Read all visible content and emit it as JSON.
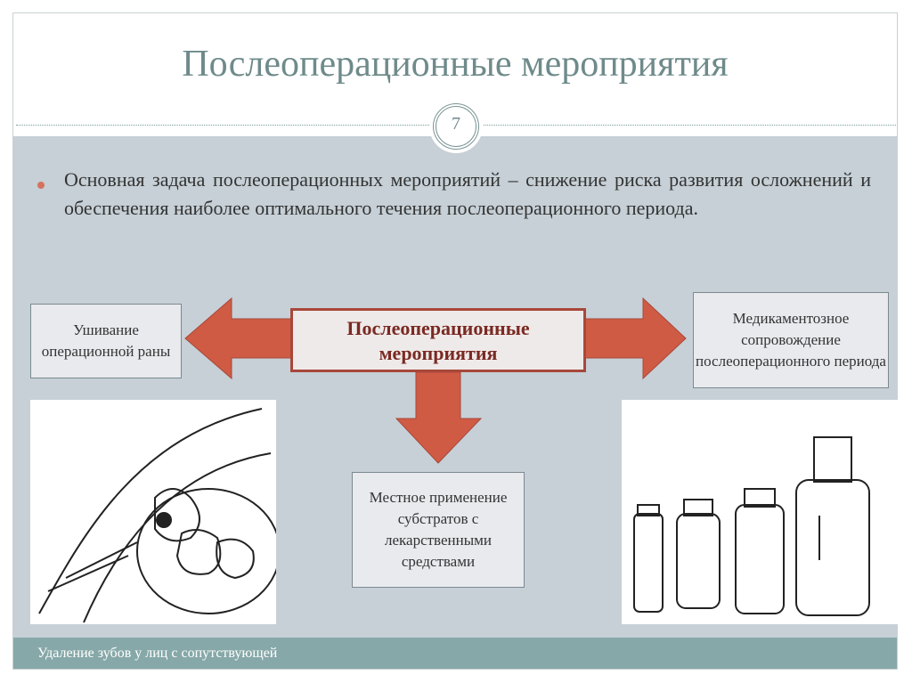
{
  "slide": {
    "title": "Послеоперационные мероприятия",
    "page_number": "7",
    "bullet_text": "Основная задача послеоперационных мероприятий – снижение риска развития осложнений и обеспечения наиболее оптимального течения послеоперационного периода.",
    "center_label": "Послеоперационные мероприятия",
    "left_box": "Ушивание операционной раны",
    "right_box": "Медикаментозное сопровождение послеоперационного периода",
    "bottom_box": "Местное применение субстратов с лекарственными средствами",
    "footer": "Удаление зубов у лиц с сопутствующей"
  },
  "colors": {
    "accent": "#d5735e",
    "arrow": "#cf5b45",
    "title": "#6f8a8a",
    "panel": "#c6d0d6",
    "footer": "#87a8a8"
  }
}
